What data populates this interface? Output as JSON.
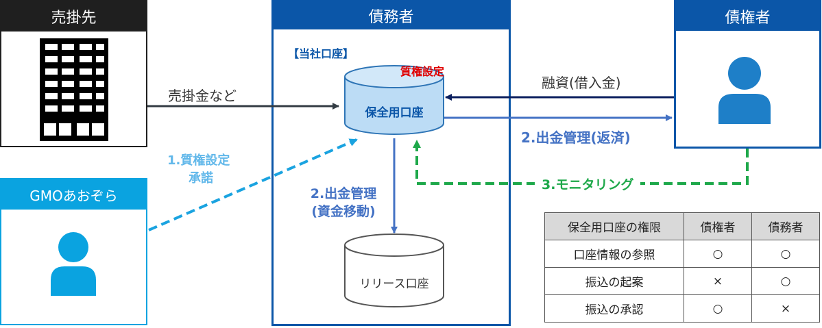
{
  "uriakesaki": {
    "title": "売掛先"
  },
  "gmo": {
    "title": "GMOあおぞら"
  },
  "debtor": {
    "title": "債務者",
    "account_label": "【当社口座】"
  },
  "creditor": {
    "title": "債権者"
  },
  "db": {
    "hozen_label": "保全用口座",
    "pledge_label": "質権設定",
    "release_label": "リリース口座"
  },
  "arrows": {
    "urikake": "売掛金など",
    "loan": "融資(借入金)",
    "repay": "2.出金管理(返済)",
    "consent_line1": "1.質権設定",
    "consent_line2": "承諾",
    "fund_line1": "2.出金管理",
    "fund_line2": "(資金移動)",
    "monitor": "3.モニタリング"
  },
  "colors": {
    "dark_header": "#1f1f1f",
    "debtor_blue": "#0b56a8",
    "gmo_cyan": "#0aa3e0",
    "person_blue": "#1e7fc8",
    "arrow_blue": "#4472c4",
    "arrow_navy": "#0b1f5e",
    "arrow_dark": "#333c44",
    "light_blue_text": "#62b8ea",
    "green": "#1ea84a",
    "red": "#e00000",
    "db_fill": "#bcdcf5",
    "db_stroke": "#2e75b6"
  },
  "table": {
    "headers": [
      "保全用口座の権限",
      "債権者",
      "債務者"
    ],
    "rows": [
      [
        "口座情報の参照",
        "○",
        "○"
      ],
      [
        "振込の起案",
        "×",
        "○"
      ],
      [
        "振込の承認",
        "○",
        "×"
      ]
    ]
  }
}
